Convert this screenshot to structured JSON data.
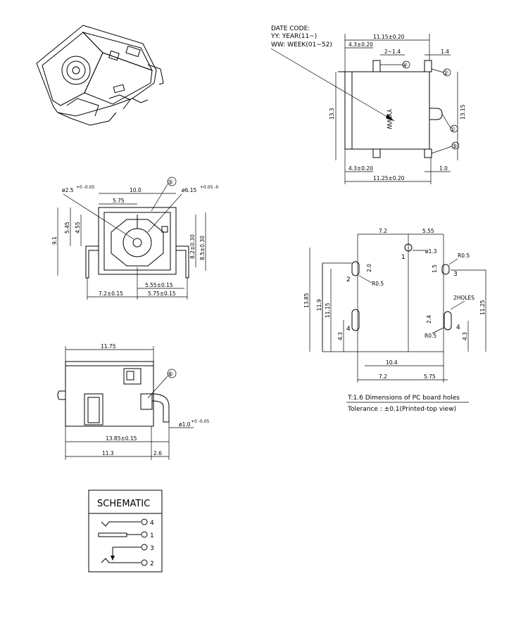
{
  "date_code": {
    "title": "DATE CODE:",
    "line_yy": "YY: YEAR(11~)",
    "line_ww": "WW: WEEK(01~52)"
  },
  "top_view": {
    "dim_width_top": "11.15±0.20",
    "dim_4_3_top": "4.3±0.20",
    "dim_2_1_4": "2~1.4",
    "dim_1_4": "1.4",
    "dim_height_left": "13.3",
    "dim_height_right": "13.15",
    "dim_4_3_bottom": "4.3±0.20",
    "dim_1_0": "1.0",
    "dim_width_bottom": "11.25±0.20",
    "body_marking": "YYWW",
    "pins": [
      "①",
      "②",
      "③",
      "④"
    ]
  },
  "front_view": {
    "dim_hole_dia": "ø2.5",
    "dim_hole_dia_tol": "+0\n-0.05",
    "dim_10_0": "10.0",
    "dim_5_75": "5.75",
    "dim_pin_dia": "ø6.15",
    "dim_pin_dia_tol": "+0.05\n-0",
    "pin_5": "⑤",
    "dim_9_1": "9.1",
    "dim_5_45": "5.45",
    "dim_4_55": "4.55",
    "dim_8_2": "8.2±0.30",
    "dim_8_5": "8.5±0.30",
    "dim_5_55": "5.55±0.15",
    "dim_7_2": "7.2±0.15",
    "dim_5_75_b": "5.75±0.15"
  },
  "side_view": {
    "dim_11_75": "11.75",
    "pin_6": "⑥",
    "dim_lead_dia": "ø1.0",
    "dim_lead_dia_tol": "+0\n-0.05",
    "dim_13_85": "13.85±0.15",
    "dim_11_3": "11.3",
    "dim_2_6": "2.6"
  },
  "pcb_layout": {
    "dim_7_2_top": "7.2",
    "dim_5_55_top": "5.55",
    "dim_dia_1_3": "ø1.3",
    "label_1": "1",
    "label_2": "2",
    "label_3": "3",
    "label_4a": "4",
    "label_4b": "4",
    "dim_r0_5_a": "R0.5",
    "dim_r0_5_b": "R0.5",
    "dim_r0_5_c": "R0.5",
    "dim_2_0": "2.0",
    "dim_1_5": "1.5",
    "dim_2_holes": "2HOLES",
    "dim_2_4": "2.4",
    "dim_13_85": "13.85",
    "dim_11_9": "11.9",
    "dim_11_15": "11.15",
    "dim_11_25": "11.25",
    "dim_4_3_left": "4.3",
    "dim_4_3_right": "4.3",
    "dim_10_4": "10.4",
    "dim_7_2_bottom": "7.2",
    "dim_5_75_bottom": "5.75",
    "caption_line1": "T:1.6 Dimensions of PC board holes",
    "caption_line2": "Tolerance : ±0.1(Printed-top view)"
  },
  "schematic": {
    "title": "SCHEMATIC",
    "pins": [
      "4",
      "1",
      "3",
      "2"
    ]
  }
}
